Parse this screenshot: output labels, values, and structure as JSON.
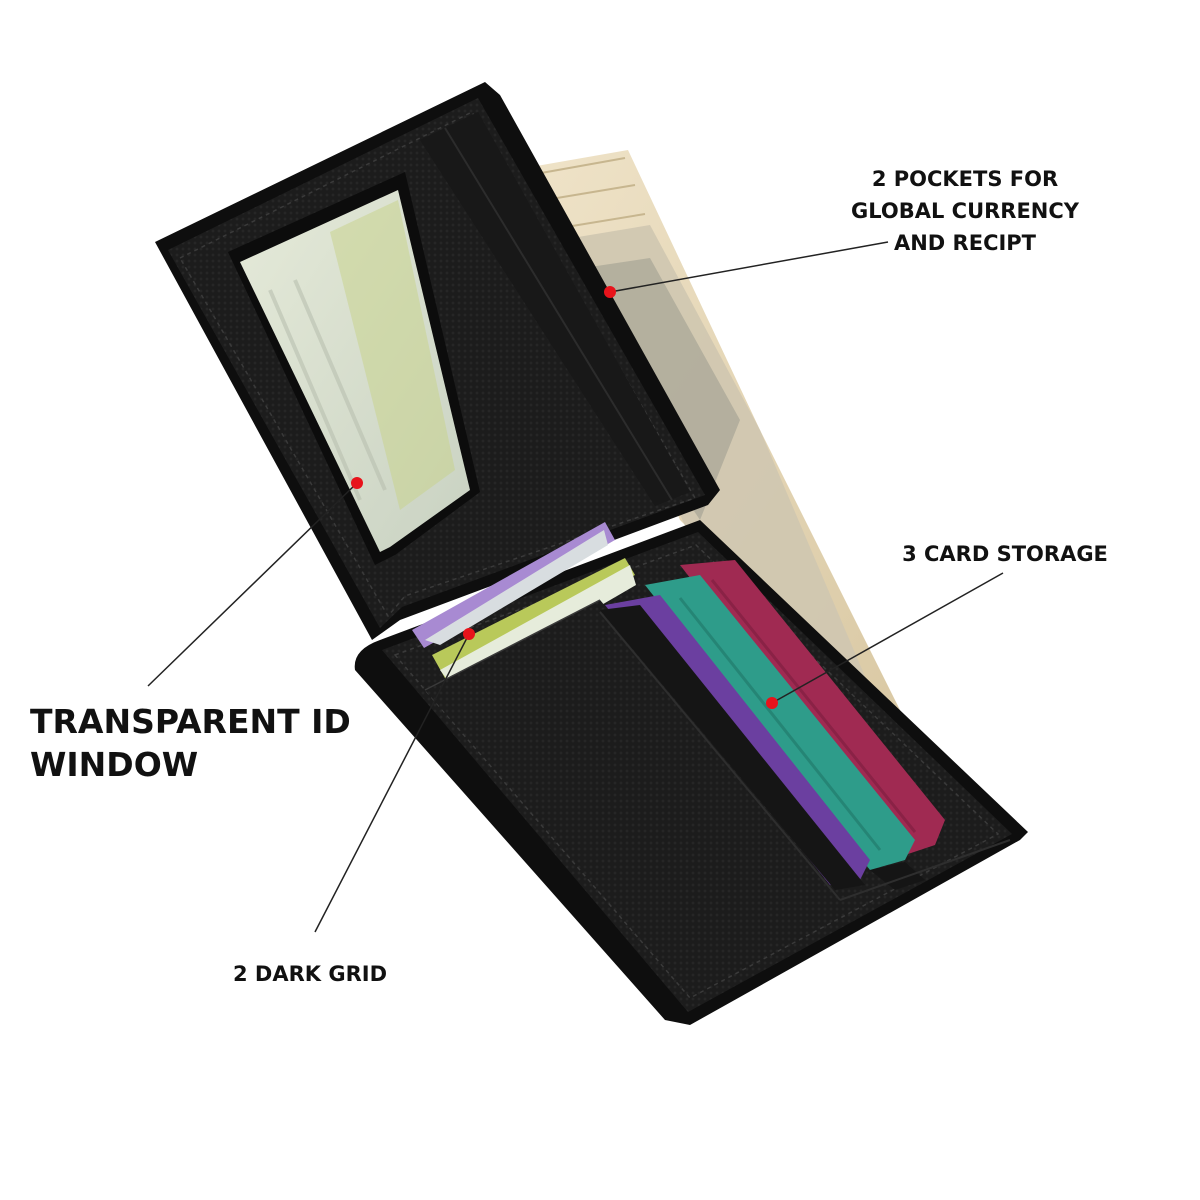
{
  "product": "bifold-leather-wallet",
  "colors": {
    "leather": "#1c1c1c",
    "leather_edge": "#0e0e0e",
    "stitch": "#3a3a3a",
    "cash": "#e9dcc0",
    "marker": "#e8131b",
    "leader_line": "#222222",
    "card_purple": "#6b3fa0",
    "card_green": "#2e9c8a",
    "card_red": "#a02a52",
    "card_lavender": "#a88ad2",
    "card_lime": "#b9c95a",
    "id_card": "#dfe7d7"
  },
  "annotations": {
    "pockets": {
      "lines": [
        "2 POCKETS FOR",
        "GLOBAL CURRENCY",
        "AND RECIPT"
      ]
    },
    "cards": {
      "text": "3 CARD STORAGE"
    },
    "window": {
      "lines": [
        "TRANSPARENT ID",
        "WINDOW"
      ]
    },
    "grid": {
      "text": "2 DARK GRID"
    }
  }
}
